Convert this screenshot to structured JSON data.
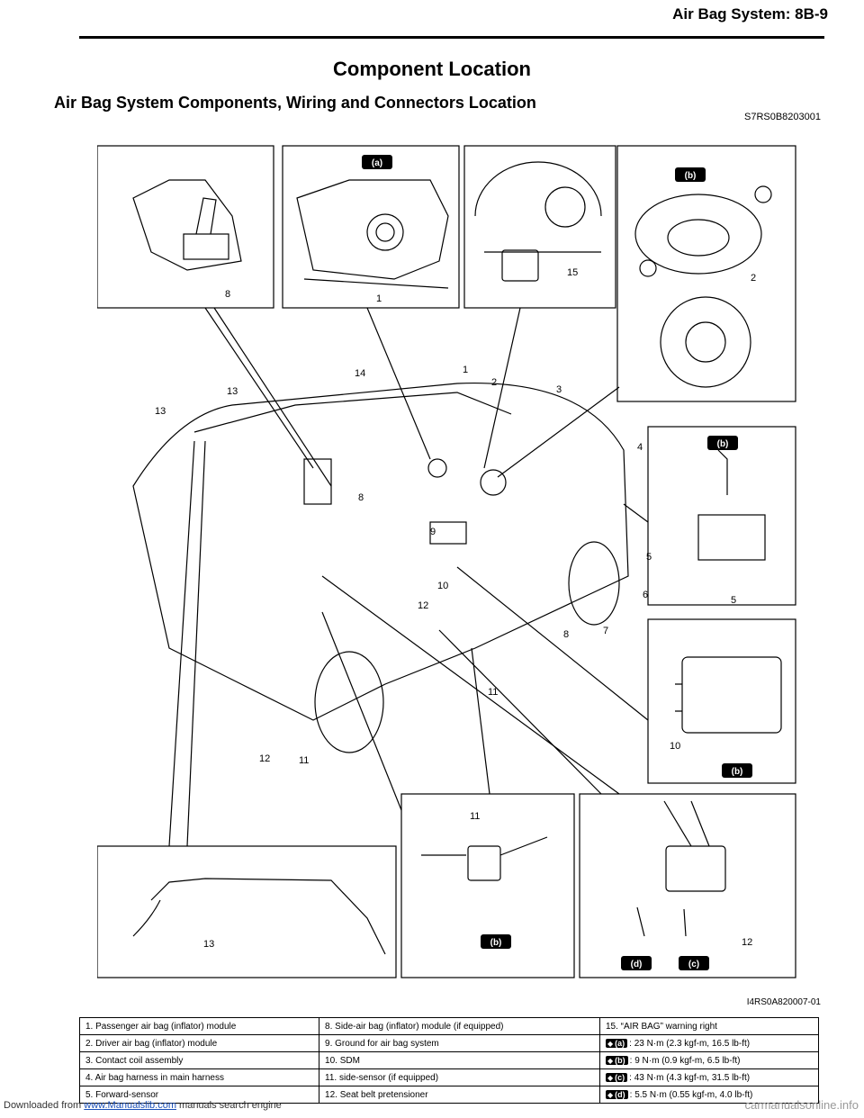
{
  "header": {
    "title": "Air Bag System:    8B-9"
  },
  "page_title": "Component Location",
  "section": {
    "title": "Air Bag System Components, Wiring and Connectors Location",
    "code": "S7RS0B8203001"
  },
  "figure": {
    "code": "I4RS0A820007-01",
    "callouts": [
      "1",
      "2",
      "3",
      "4",
      "5",
      "6",
      "7",
      "8",
      "9",
      "10",
      "11",
      "12",
      "13",
      "14",
      "15"
    ],
    "torque_marks": [
      "(a)",
      "(b)",
      "(c)",
      "(d)"
    ]
  },
  "legend": [
    {
      "c1": "1.   Passenger air bag (inflator) module",
      "c2": "8.   Side-air bag (inflator) module (if equipped)",
      "c3_mark": "",
      "c3": "15.   “AIR BAG” warning right"
    },
    {
      "c1": "2.   Driver air bag (inflator) module",
      "c2": "9.   Ground for air bag system",
      "c3_mark": "(a)",
      "c3": ":   23 N·m (2.3 kgf-m, 16.5 lb-ft)"
    },
    {
      "c1": "3.   Contact coil assembly",
      "c2": "10.   SDM",
      "c3_mark": "(b)",
      "c3": ":   9 N·m (0.9 kgf-m, 6.5 lb-ft)"
    },
    {
      "c1": "4.   Air bag harness in main harness",
      "c2": "11.   side-sensor (if equipped)",
      "c3_mark": "(c)",
      "c3": ":   43 N·m (4.3 kgf-m, 31.5 lb-ft)"
    },
    {
      "c1": "5.   Forward-sensor",
      "c2": "12.   Seat belt pretensioner",
      "c3_mark": "(d)",
      "c3": ":   5.5 N·m (0.55 kgf-m, 4.0 lb-ft)"
    }
  ],
  "footer": {
    "prefix": "Downloaded from ",
    "link": "www.Manualslib.com",
    "suffix": " manuals search engine",
    "watermark": "carmanualsonline.info"
  }
}
